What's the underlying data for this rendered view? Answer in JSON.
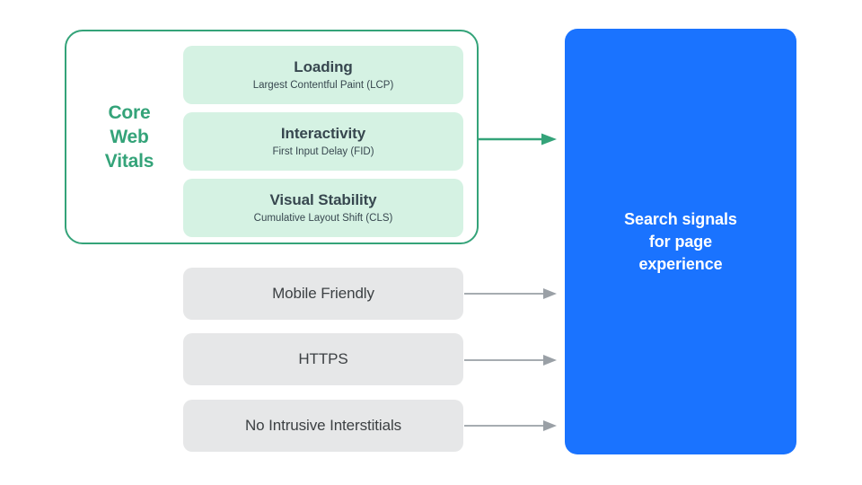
{
  "diagram": {
    "title": "Search signals for page experience",
    "colors": {
      "green_accent": "#34a379",
      "green_card_bg": "#d5f2e3",
      "gray_card_bg": "#e6e7e8",
      "blue_box_bg": "#1a73ff",
      "gray_arrow": "#9aa0a6",
      "text_dark": "#37474f",
      "text_white": "#ffffff"
    },
    "core_web_vitals": {
      "group_label": "Core\nWeb\nVitals",
      "group_label_lines": [
        "Core",
        "Web",
        "Vitals"
      ],
      "metrics": [
        {
          "title": "Loading",
          "subtitle": "Largest Contentful Paint (LCP)"
        },
        {
          "title": "Interactivity",
          "subtitle": "First Input Delay (FID)"
        },
        {
          "title": "Visual Stability",
          "subtitle": "Cumulative Layout Shift (CLS)"
        }
      ]
    },
    "other_signals": [
      {
        "label": "Mobile Friendly"
      },
      {
        "label": "HTTPS"
      },
      {
        "label": "No Intrusive Interstitials"
      }
    ],
    "destination": {
      "text": "Search signals\nfor page\nexperience",
      "lines": [
        "Search signals",
        "for page",
        "experience"
      ]
    },
    "connectors": [
      {
        "name": "core-web-vitals-arrow",
        "color": "#34a379"
      },
      {
        "name": "mobile-friendly-arrow",
        "color": "#9aa0a6"
      },
      {
        "name": "https-arrow",
        "color": "#9aa0a6"
      },
      {
        "name": "no-intrusive-interstitials-arrow",
        "color": "#9aa0a6"
      }
    ]
  }
}
